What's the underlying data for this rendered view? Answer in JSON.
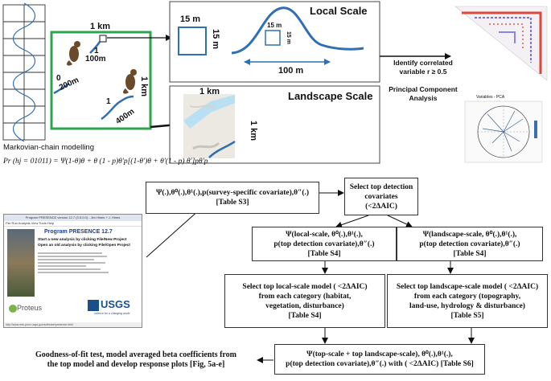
{
  "markov": {
    "caption": "Markovian-chain modelling"
  },
  "formula": {
    "text": "Pr (hj = 01011) = Ψ(1-θ)θ + θ (1 - p)θ'p[(1-θ')θ + θ'(1 - p) θ']pθ'p"
  },
  "study_area": {
    "km_top": "1 km",
    "m100": "100m",
    "one_a": "1",
    "zero": "0",
    "m200": "200m",
    "one_b": "1",
    "m400": "400m",
    "km_right": "1 km"
  },
  "local_scale": {
    "title": "Local Scale",
    "big_square_top": "15 m",
    "big_square_side": "15 m",
    "small_square_top": "15 m",
    "small_square_side": "15 m",
    "span": "100 m"
  },
  "landscape_scale": {
    "title": "Landscape Scale",
    "km_top": "1 km",
    "km_side": "1 km"
  },
  "correlation": {
    "line1": "Identify correlated",
    "line2": "variable  r ≥ 0.5",
    "pca_line1": "Principal Component",
    "pca_line2": "Analysis",
    "pca_plot_title": "Variables - PCA"
  },
  "software": {
    "window_title": "Program PRESENCE version 12.7 (3.5.0.0) - Jim Hines + J. Hines",
    "menu": "File   Run   Analysis   View   Tools   Help",
    "title": "Program PRESENCE 12.7",
    "line1": "Start a new analysis by clicking File/New Project",
    "line2": "Open an old analysis by clicking File/Open Project",
    "logo_left": "Proteus",
    "logo_right": "USGS",
    "logo_right_tag": "science for a changing world",
    "status": "http://www.mbr-pwrc.usgs.gov/software/presence.html"
  },
  "flow": {
    "box1": {
      "line1": "Ψ(.),θ⁰(.),θ¹(.),p(survey-specific covariate),θ″(.)",
      "line2": "[Table S3]"
    },
    "box2": {
      "line1": "Select top detection",
      "line2": "covariates",
      "line3": "(<2ΔAIC)"
    },
    "box3": {
      "line1": "Ψ(local-scale, θ⁰(.),θ¹(.),",
      "line2": "p(top detection covariate),θ″(.)",
      "line3": "[Table S4]"
    },
    "box4": {
      "line1": "Ψ(landscape-scale, θ⁰(.),θ¹(.),",
      "line2": "p(top detection covariate),θ″(.)",
      "line3": "[Table S4]"
    },
    "box5": {
      "line1": "Select top local-scale model ( <2ΔAIC)",
      "line2": "from each category (habitat,",
      "line3": "vegetation, disturbance)",
      "line4": "[Table S4]"
    },
    "box6": {
      "line1": "Select top landscape-scale model ( <2ΔAIC)",
      "line2": "from each category (topography,",
      "line3": "land-use, hydrology & disturbance)",
      "line4": "[Table S5]"
    },
    "box7": {
      "line1": "Ψ(top-scale + top landscape-scale), θ⁰(.),θ¹(.),",
      "line2": "p(top detection covariate),θ″(.) with ( <2ΔAIC) [Table S6]"
    },
    "goodness": {
      "line1": "Goodness-of-fit test, model averaged beta coefficients from",
      "line2": "the top model and develop response plots [Fig, 5a-e]"
    }
  }
}
